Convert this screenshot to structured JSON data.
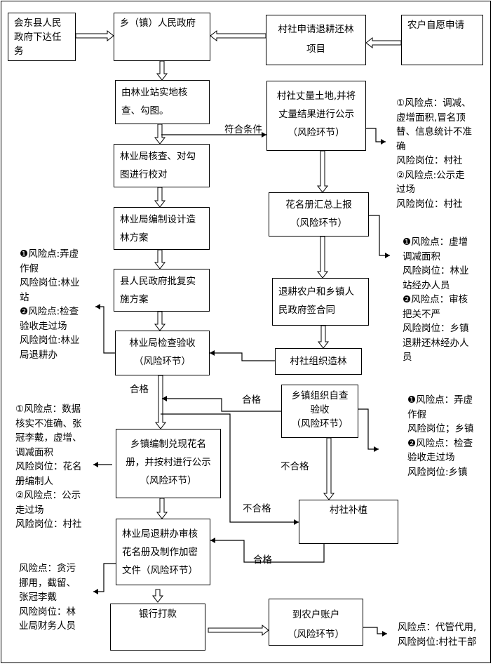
{
  "nodes": {
    "county_task": "会东县人民\n政府下达任\n务",
    "township_gov": "乡（镇）人民政府",
    "village_apply": "村社申请退耕还林\n项目",
    "farmer_apply": "农户自愿申请",
    "station_survey": "由林业站实地核\n查、勾图。",
    "village_measure": "村社丈量土地,并将\n丈量结果进行公示\n（风险环节）",
    "bureau_check_map": "林业局核查、对勾\n图进行校对",
    "bureau_design": "林业局编制设计造\n林方案",
    "roster_report": "花名册汇总上报\n（风险环节）",
    "county_approve": "县人民政府批复实\n施方案",
    "bureau_accept": "林业局检查验收\n（风险环节）",
    "sign_contract": "退耕农户和乡镇人\n民政府签合同",
    "village_plant": "村社组织造林",
    "township_selfcheck": "乡镇组织自查\n验收\n（风险环节）",
    "township_roster": "乡镇编制兑现花名\n册，并按村进行公示\n（风险环节）",
    "village_replant": "村社补植",
    "bureau_review": "林业局退耕办审核\n花名册及制作加密\n文件（风险环节）",
    "bank_pay": "银行打款",
    "farmer_account": "到农户账户\n（风险环节）"
  },
  "notes": {
    "measure_risk": "①风险点：调减、\n虚增面积,冒名顶\n替、信息统计不准\n确\n风险岗位：村社\n②风险点:公示走\n过场\n风险岗位：村社",
    "roster_risk": "❶风险点：虚增\n调减面积\n风险岗位：林业\n站经办人员\n❷风险点：审核\n把关不严\n风险岗位：乡镇\n退耕还林经办人\n员",
    "accept_risk": "❶风险点:弄虚\n作假\n风险岗位:林业\n站\n❷风险点:检查\n验收走过场\n风险岗位:林业\n局退耕办",
    "township_roster_risk": "①风险点：数据\n核实不准确、张\n冠李戴，虚增、\n调减面积\n风险岗位：花名\n册编制人\n②风险点：公示\n走过场\n风险岗位：村社",
    "selfcheck_risk": "❶风险点：弄虚\n作假\n风险岗位；乡镇\n❷风险点：检查\n验收走过场\n风险岗位:乡镇",
    "review_risk": "风险点：贪污\n挪用，截留、\n张冠李戴\n风险岗位：林\n业局财务人员",
    "account_risk": "风险点：代管代用,\n风险岗位:村社干部"
  },
  "labels": {
    "eligible": "符合条件",
    "pass_1": "合格",
    "pass_2": "合格",
    "fail_1": "不合格",
    "fail_2": "不合格",
    "pass_3": "合格"
  }
}
